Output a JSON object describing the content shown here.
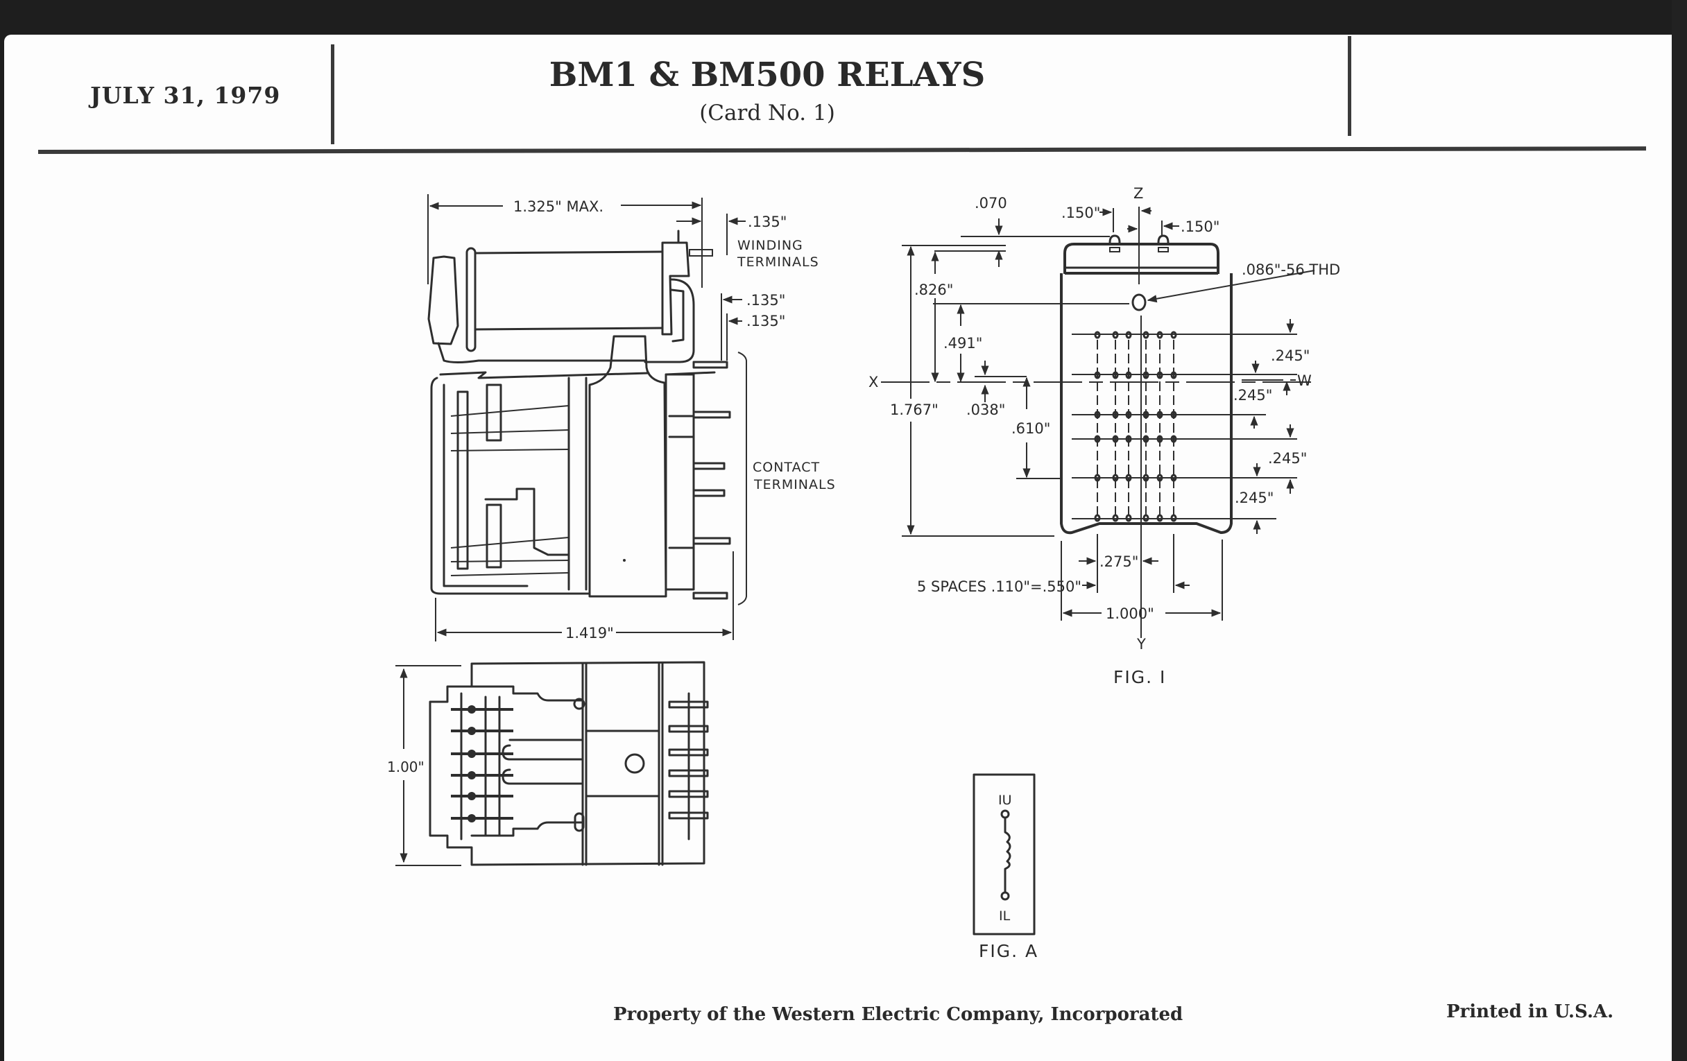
{
  "header": {
    "date": "JULY 31, 1979",
    "title": "BM1 & BM500 RELAYS",
    "subtitle": "(Card No. 1)"
  },
  "side_view": {
    "overall_width": "1.325\" MAX.",
    "winding_terminal_offset": ".135\"",
    "winding_label_line1": "WINDING",
    "winding_label_line2": "TERMINALS",
    "terminal_offset_upper": ".135\"",
    "terminal_offset_lower": ".135\"",
    "contact_label_line1": "CONTACT",
    "contact_label_line2": "TERMINALS",
    "base_width": "1.419\""
  },
  "top_view": {
    "height": "1.00\""
  },
  "fig1": {
    "caption": "FIG. I",
    "axis_z": "Z",
    "axis_x": "X",
    "axis_y": "Y",
    "axis_w": "W",
    "dim_070": ".070",
    "dim_150_left": ".150\"",
    "dim_150_right": ".150\"",
    "thread_callout": ".086\"-56 THD",
    "dim_826": ".826\"",
    "dim_491": ".491\"",
    "dim_1767": "1.767\"",
    "dim_038": ".038\"",
    "dim_610": ".610\"",
    "dim_245_a": ".245\"",
    "dim_245_b": ".245\"",
    "dim_245_c": ".245\"",
    "dim_245_d": ".245\"",
    "dim_275": ".275\"",
    "spacing_note": "5 SPACES .110\"=.550\"",
    "overall_width": "1.000\""
  },
  "figA": {
    "caption": "FIG. A",
    "upper_terminal": "IU",
    "lower_terminal": "IL"
  },
  "footer": {
    "ownership": "Property of the Western Electric Company, Incorporated",
    "printed": "Printed in U.S.A."
  }
}
